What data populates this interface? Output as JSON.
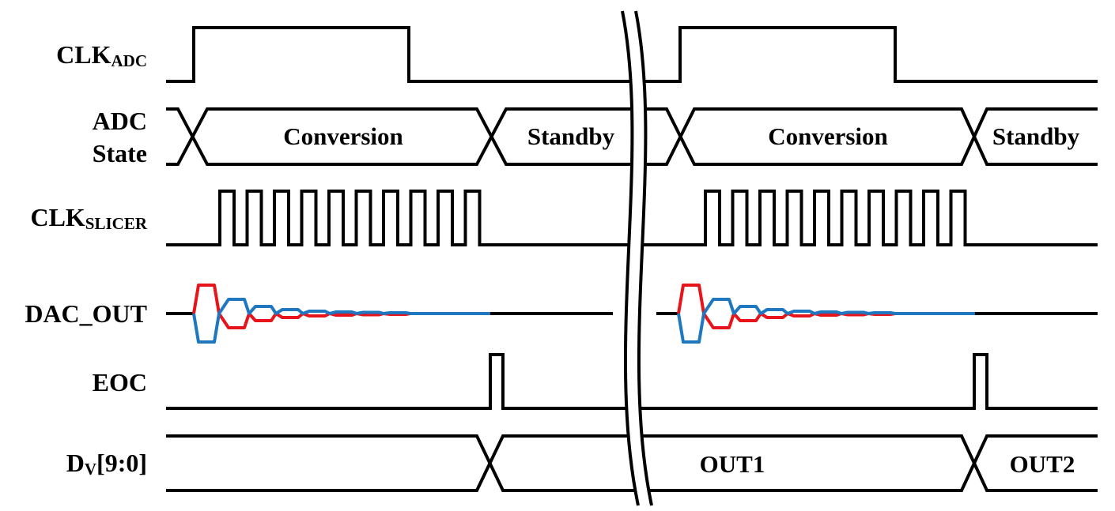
{
  "signals": [
    {
      "name": "CLK",
      "sub": "ADC"
    },
    {
      "name": "ADC",
      "line2": "State"
    },
    {
      "name": "CLK",
      "sub": "SLICER"
    },
    {
      "name": "DAC_OUT"
    },
    {
      "name": "EOC"
    },
    {
      "name": "D",
      "sub": "V",
      "suffix": "[9:0]"
    }
  ],
  "adc_state": {
    "segments": [
      "Conversion",
      "Standby",
      "Conversion",
      "Standby"
    ]
  },
  "dv_bus": {
    "segments": [
      "OUT1",
      "OUT2"
    ]
  },
  "colors": {
    "line": "#000000",
    "dac_positive": "#e8141b",
    "dac_negative": "#1f77c0"
  },
  "slicer_pulses_per_conversion": 10
}
